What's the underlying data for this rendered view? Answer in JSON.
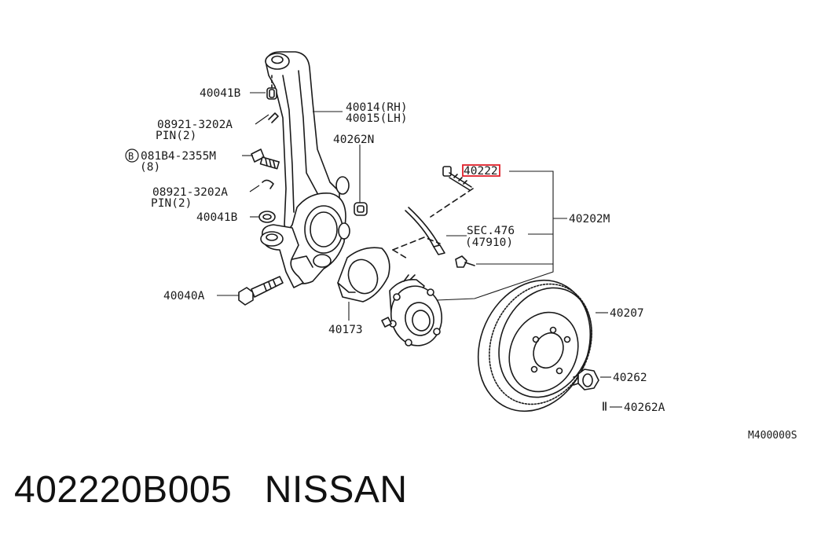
{
  "labels": {
    "p40041B_top": "40041B",
    "p40014": "40014(RH)",
    "p40015": "40015(LH)",
    "pin_top_num": "08921-3202A",
    "pin_top_qty": "PIN(2)",
    "p40262N": "40262N",
    "bolt_mark": "B",
    "bolt_num": "081B4-2355M",
    "bolt_qty": "(8)",
    "p40222": "40222",
    "pin_bot_num": "08921-3202A",
    "pin_bot_qty": "PIN(2)",
    "p40202M": "40202M",
    "p40041B_bot": "40041B",
    "sec": "SEC.476",
    "sec_sub": "(47910)",
    "p40040A": "40040A",
    "p40207": "40207",
    "p40173": "40173",
    "p40262": "40262",
    "p40262A": "40262A",
    "diagram_code": "M400000S"
  },
  "highlight_color": "#e0202a",
  "caption": {
    "part_number": "402220B005",
    "brand": "NISSAN"
  }
}
